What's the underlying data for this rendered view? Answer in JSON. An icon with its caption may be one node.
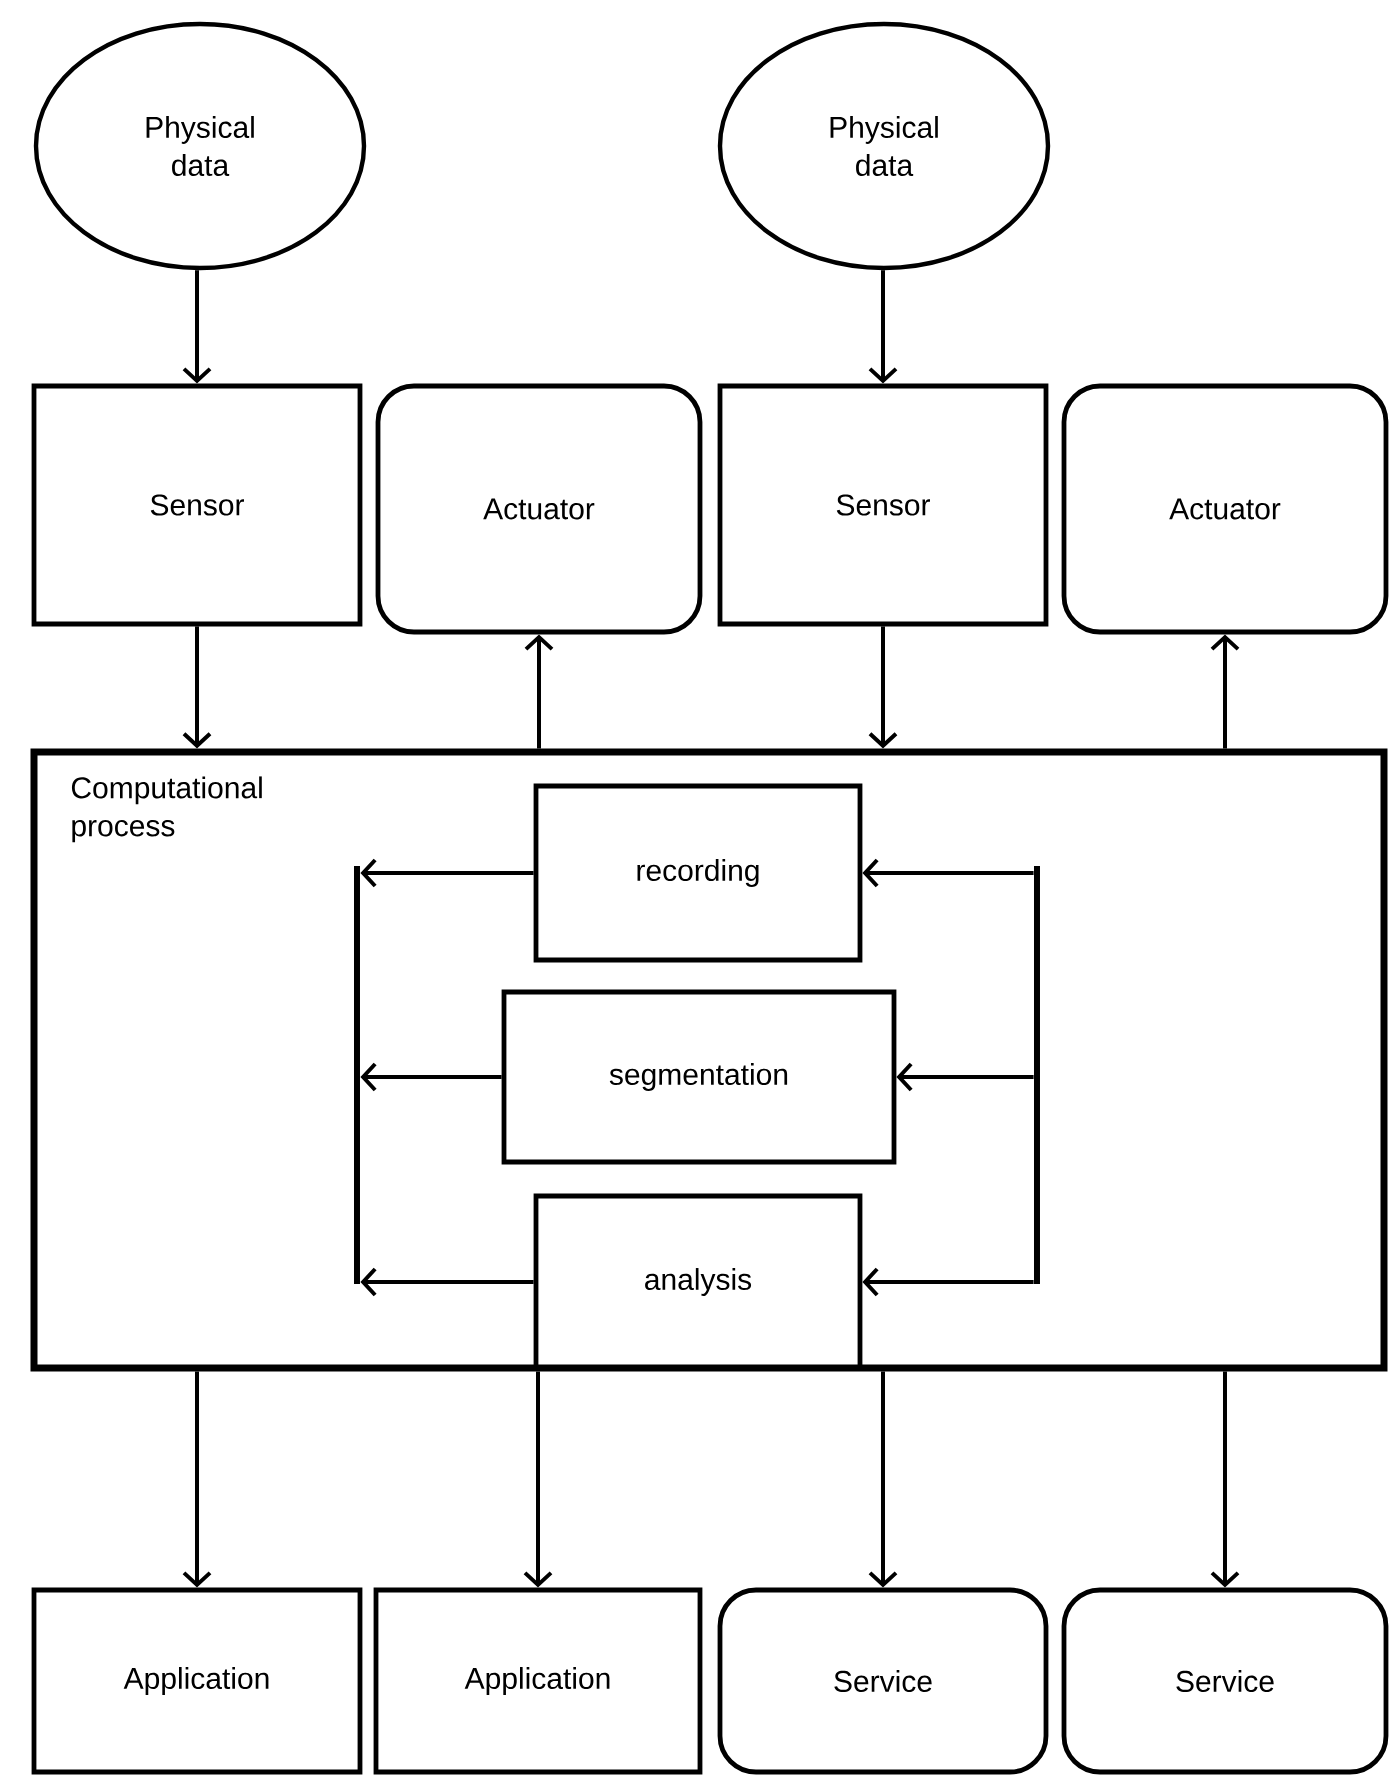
{
  "diagram": {
    "nodes": [
      {
        "text": [
          "Physical data"
        ]
      },
      {
        "text": [
          "Physical data"
        ]
      },
      {
        "text": [
          "Sensor"
        ]
      },
      {
        "text": [
          "Actuator"
        ]
      },
      {
        "text": [
          "Sensor"
        ]
      },
      {
        "text": [
          "Actuator"
        ]
      },
      {
        "text": [
          "Computational process"
        ]
      },
      {
        "text": [
          "recording"
        ],
        "in": 6
      },
      {
        "text": [
          "segmentation"
        ],
        "in": 6
      },
      {
        "text": [
          "analysis"
        ],
        "in": 6
      },
      {
        "text": [],
        "shape": "bar",
        "in": 6
      },
      {
        "text": [],
        "shape": "bar",
        "in": 6
      },
      {
        "text": [
          "Application"
        ]
      },
      {
        "text": [
          "Application"
        ]
      },
      {
        "text": [
          "Service"
        ]
      },
      {
        "text": [
          "Service"
        ]
      }
    ],
    "edges": [
      {
        "from": 0,
        "to": 2,
        "arrow": "to"
      },
      {
        "from": 1,
        "to": 4,
        "arrow": "to"
      },
      {
        "from": 2,
        "to": 6,
        "arrow": "to"
      },
      {
        "from": 6,
        "to": 3,
        "arrow": "to"
      },
      {
        "from": 4,
        "to": 6,
        "arrow": "to"
      },
      {
        "from": 6,
        "to": 5,
        "arrow": "to"
      },
      {
        "from": 7,
        "to": 10,
        "arrow": "to"
      },
      {
        "from": 8,
        "to": 10,
        "arrow": "to"
      },
      {
        "from": 9,
        "to": 10,
        "arrow": "to"
      },
      {
        "from": 11,
        "to": 7,
        "arrow": "to"
      },
      {
        "from": 11,
        "to": 8,
        "arrow": "to"
      },
      {
        "from": 11,
        "to": 9,
        "arrow": "to"
      },
      {
        "from": 6,
        "to": 12,
        "arrow": "to"
      },
      {
        "from": 6,
        "to": 13,
        "arrow": "to"
      },
      {
        "from": 6,
        "to": 14,
        "arrow": "to"
      },
      {
        "from": 6,
        "to": 15,
        "arrow": "to"
      }
    ]
  }
}
